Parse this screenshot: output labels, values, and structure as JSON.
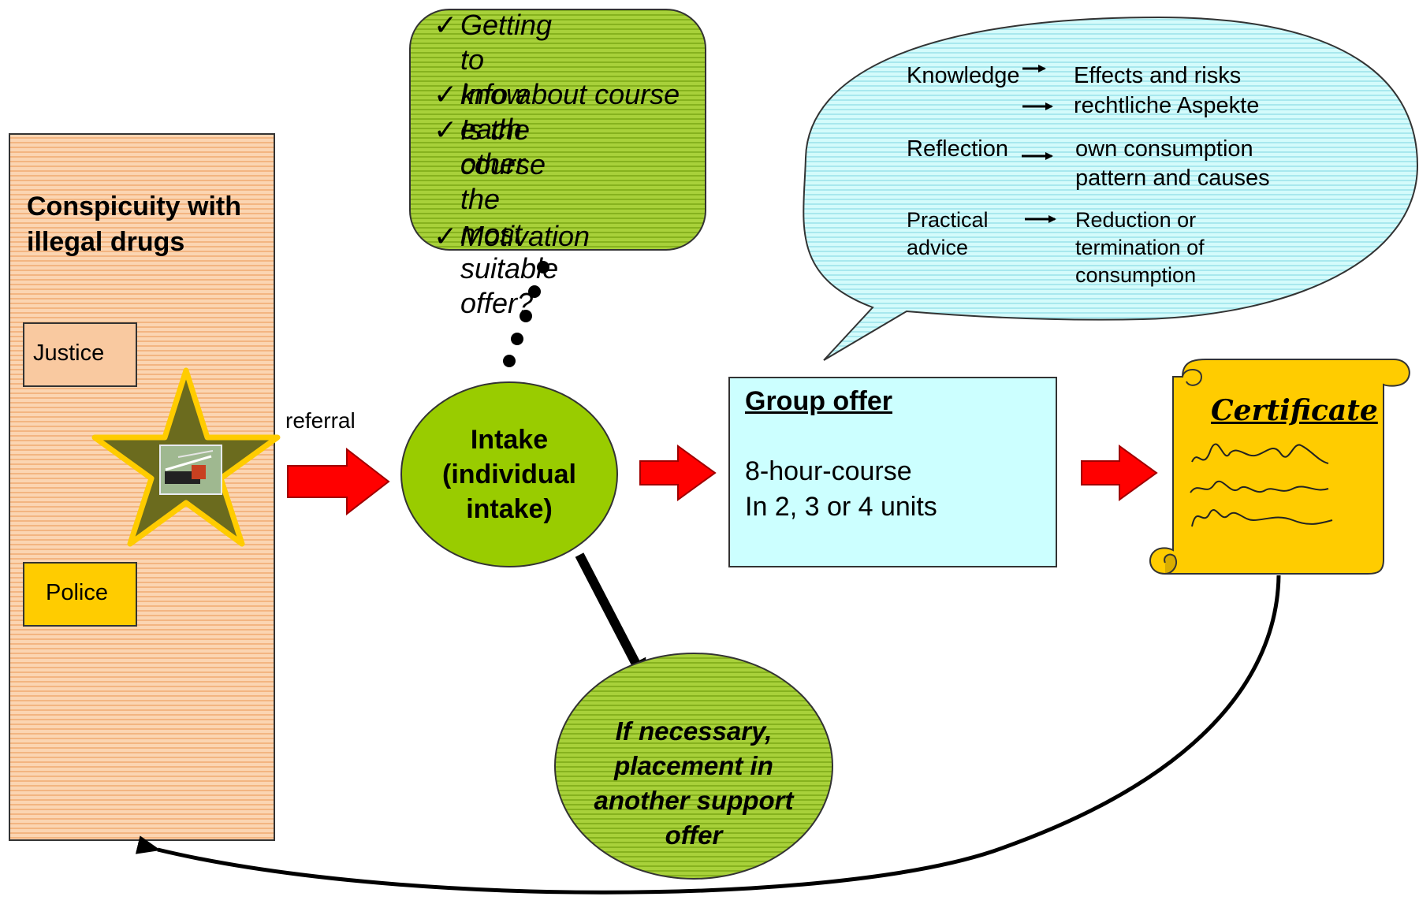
{
  "left_panel": {
    "title": "Conspicuity with\nillegal drugs",
    "justice": "Justice",
    "police": "Police"
  },
  "referral_label": "referral",
  "intake": {
    "label": "Intake\n(individual\nintake)"
  },
  "checklist": {
    "items": [
      "Getting to know\neach other",
      "Info about course",
      "Is the course the\nmost suitable\noffer?",
      "Motivation"
    ]
  },
  "info_bubble": {
    "knowledge": "Knowledge",
    "effects": "Effects and risks",
    "legal": "rechtliche Aspekte",
    "reflection": "Reflection",
    "own_consumption": "own consumption\npattern and causes",
    "practical": "Practical\nadvice",
    "reduction": "Reduction or\ntermination of\nconsumption"
  },
  "group_offer": {
    "title": "Group offer",
    "line1": "8-hour-course",
    "line2": "In 2, 3 or 4 units"
  },
  "certificate": {
    "title": "Certificate"
  },
  "alternative": {
    "label": "If necessary,\nplacement in\nanother support\noffer"
  },
  "colors": {
    "panel_fill": "#f9c9a0",
    "police_fill": "#ffcc00",
    "intake_fill": "#99cc00",
    "checklist_fill": "#99cc33",
    "bubble_fill": "#ccffff",
    "group_fill": "#ccffff",
    "certificate_fill": "#ffcc00",
    "arrow_red": "#ff0000",
    "star_fill": "#6b6b1e",
    "star_border": "#ffcc00"
  },
  "icons": [
    "check-icon",
    "star-icon",
    "scroll-icon",
    "arrow-icon"
  ]
}
